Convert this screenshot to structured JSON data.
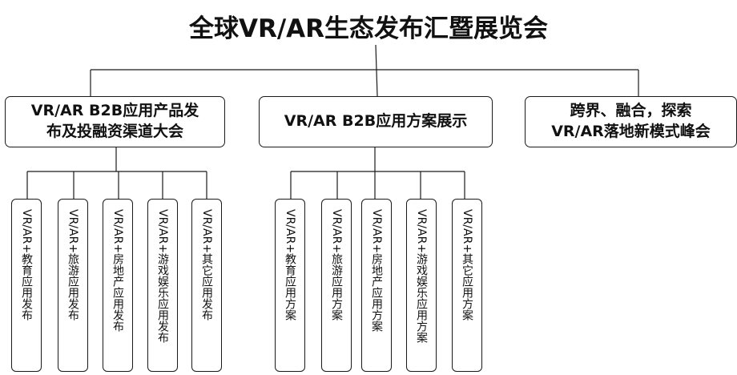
{
  "title": "全球VR/AR生态发布汇暨展览会",
  "categories": [
    {
      "label_lines": [
        "VR/AR B2B应用产品发",
        "布及投融资渠道大会"
      ],
      "items": [
        "VR/AR+教育应用发布",
        "VR/AR+旅游应用发布",
        "VR/AR+房地产应用发布",
        "VR/AR+游戏娱乐应用发布",
        "VR/AR+其它应用发布"
      ]
    },
    {
      "label_lines": [
        "VR/AR B2B应用方案展示"
      ],
      "items": [
        "VR/AR+教育应用方案",
        "VR/AR+旅游应用方案",
        "VR/AR+房地产应用方案",
        "VR/AR+游戏娱乐应用方案",
        "VR/AR+其它应用方案"
      ]
    },
    {
      "label_lines": [
        "跨界、融合，探索",
        "VR/AR落地新模式峰会"
      ],
      "items": []
    }
  ],
  "colors": {
    "line": "#1a1a1a",
    "box_border": "#1a1a1a",
    "text": "#111111",
    "background": "#ffffff"
  }
}
